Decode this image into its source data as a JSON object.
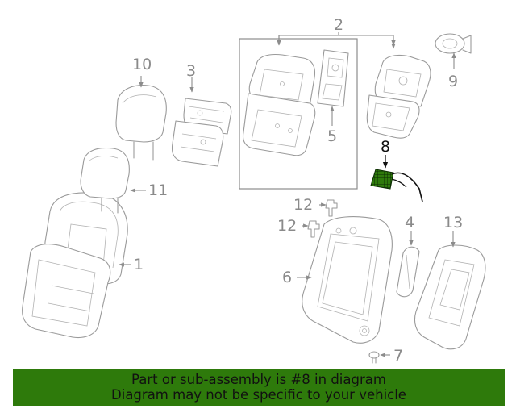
{
  "callouts": {
    "c1": "1",
    "c2": "2",
    "c3": "3",
    "c4": "4",
    "c5": "5",
    "c6": "6",
    "c7": "7",
    "c8": "8",
    "c9": "9",
    "c10": "10",
    "c11": "11",
    "c12a": "12",
    "c12b": "12",
    "c13": "13"
  },
  "highlight": {
    "part_number": "8",
    "color": "#2e7a0b"
  },
  "banner": {
    "line1": "Part or sub-assembly is #8 in diagram",
    "line2": "Diagram may not be specific to your vehicle"
  }
}
